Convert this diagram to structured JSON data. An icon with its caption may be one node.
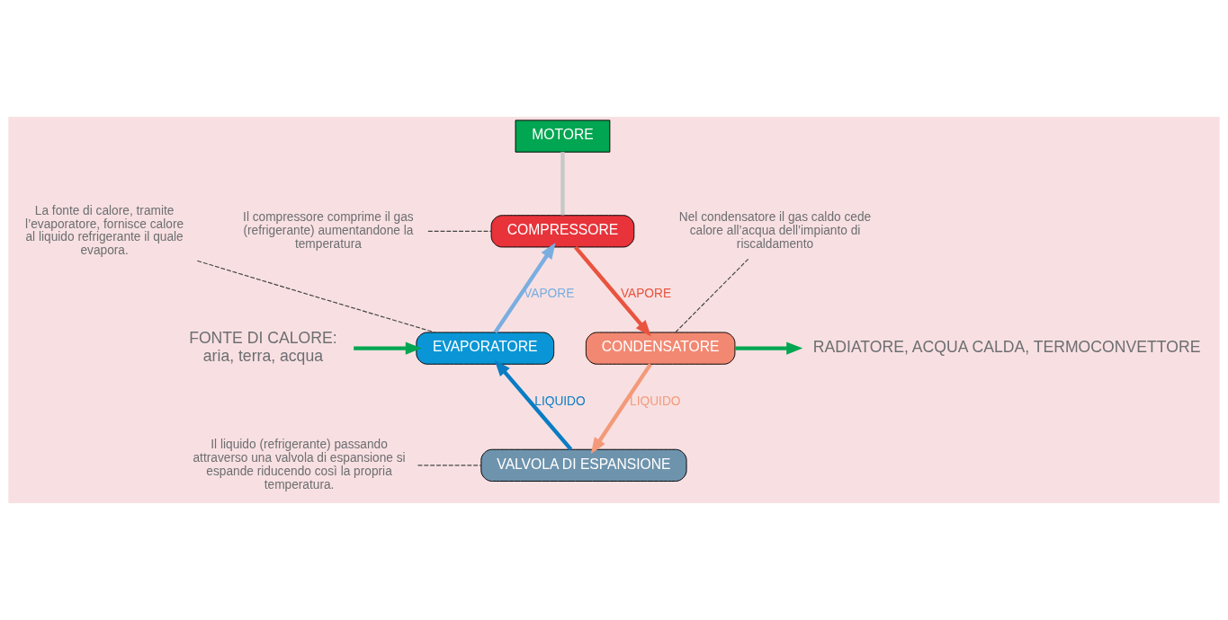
{
  "diagram": {
    "nodes": [
      {
        "text": [
          "MOTORE"
        ]
      },
      {
        "text": [
          "COMPRESSORE"
        ]
      },
      {
        "text": [
          "CONDENSATORE"
        ]
      },
      {
        "text": [
          "VALVOLA DI ESPANSIONE"
        ]
      },
      {
        "text": [
          "EVAPORATORE"
        ]
      },
      {
        "text": [
          "FONTE DI CALORE:",
          "aria, terra, acqua"
        ]
      },
      {
        "text": [
          "RADIATORE, ACQUA CALDA, TERMOCONVETTORE"
        ]
      },
      {
        "text": [
          "Il compressore comprime il gas (refrigerante) aumentandone la temperatura"
        ]
      },
      {
        "text": [
          "Nel condensatore il gas caldo cede calore all’acqua dell’impianto di riscaldamento"
        ]
      },
      {
        "text": [
          "La fonte di calore, tramite l’evaporatore, fornisce calore al liquido refrigerante il quale evapora."
        ]
      },
      {
        "text": [
          "Il liquido (refrigerante) passando attraverso una valvola di espansione si espande riducendo così la propria temperatura."
        ]
      }
    ],
    "edges": [
      {
        "from": 0,
        "to": 1,
        "arrow": "none",
        "color": "#c8c8c8"
      },
      {
        "from": 1,
        "to": 2,
        "arrow": "to",
        "label": "VAPORE",
        "color": "#e9533f"
      },
      {
        "from": 2,
        "to": 3,
        "arrow": "to",
        "label": "LIQUIDO",
        "color": "#f39a7a"
      },
      {
        "from": 3,
        "to": 4,
        "arrow": "to",
        "label": "LIQUIDO",
        "color": "#0a7cc4"
      },
      {
        "from": 4,
        "to": 1,
        "arrow": "to",
        "label": "VAPORE",
        "color": "#7aaee0"
      },
      {
        "from": 5,
        "to": 4,
        "arrow": "to",
        "color": "#00a651"
      },
      {
        "from": 2,
        "to": 6,
        "arrow": "to",
        "color": "#00a651"
      },
      {
        "from": 7,
        "to": 1,
        "arrow": "none",
        "style": "dashed"
      },
      {
        "from": 8,
        "to": 2,
        "arrow": "none",
        "style": "dashed"
      },
      {
        "from": 9,
        "to": 4,
        "arrow": "none",
        "style": "dashed"
      },
      {
        "from": 10,
        "to": 3,
        "arrow": "none",
        "style": "dashed"
      }
    ]
  }
}
